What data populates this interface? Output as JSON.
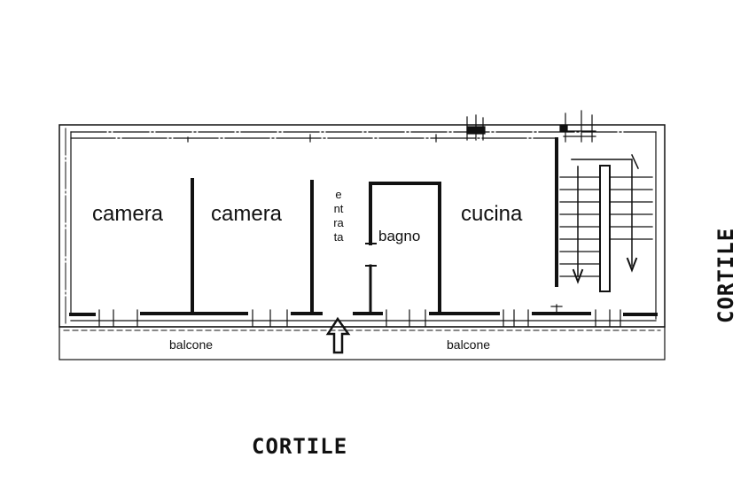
{
  "rooms": {
    "camera_1": "camera",
    "camera_2": "camera",
    "entrata": "entrata",
    "bagno": "bagno",
    "cucina": "cucina"
  },
  "balconies": {
    "left": "balcone",
    "right": "balcone"
  },
  "courtyard": {
    "bottom": "CORTILE",
    "right": "CORTILE"
  },
  "colors": {
    "ink": "#111111",
    "background": "#ffffff"
  }
}
